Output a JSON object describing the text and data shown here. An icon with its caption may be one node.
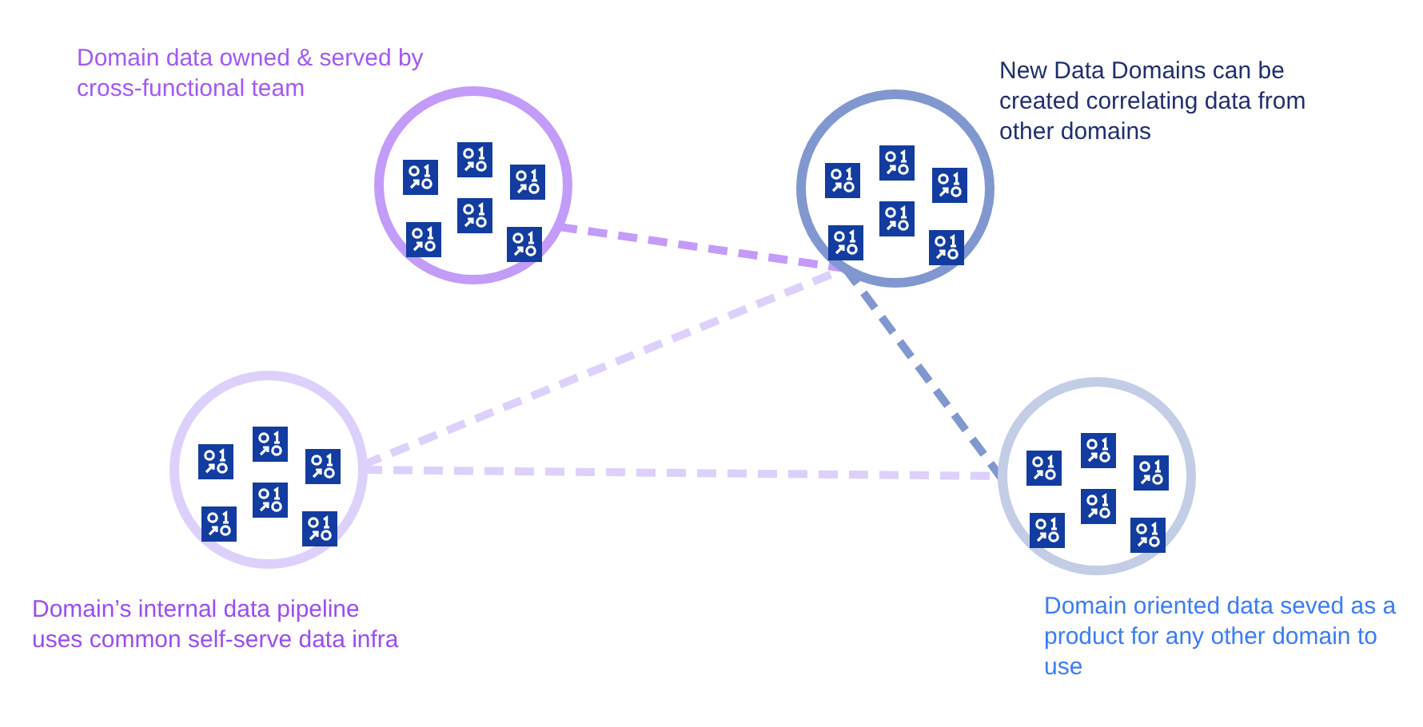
{
  "diagram": {
    "nodes": [
      {
        "text": [
          "Domain data owned & served by cross-functional team"
        ]
      },
      {
        "text": [
          "New Data Domains can be created correlating data from other domains"
        ]
      },
      {
        "text": [
          "Domain’s internal data pipeline uses common self-serve data infra"
        ]
      },
      {
        "text": [
          "Domain oriented data seved as a product for any other domain to use"
        ]
      }
    ],
    "edges": [
      {
        "from": 0,
        "to": 1,
        "arrow": "none",
        "style": "dashed",
        "color": "#c39bf8"
      },
      {
        "from": 2,
        "to": 1,
        "arrow": "none",
        "style": "dashed"
      },
      {
        "from": 2,
        "to": 3,
        "arrow": "none",
        "style": "dashed"
      },
      {
        "from": 1,
        "to": 3,
        "arrow": "none",
        "style": "dashed",
        "color": "#8197d0"
      }
    ]
  }
}
